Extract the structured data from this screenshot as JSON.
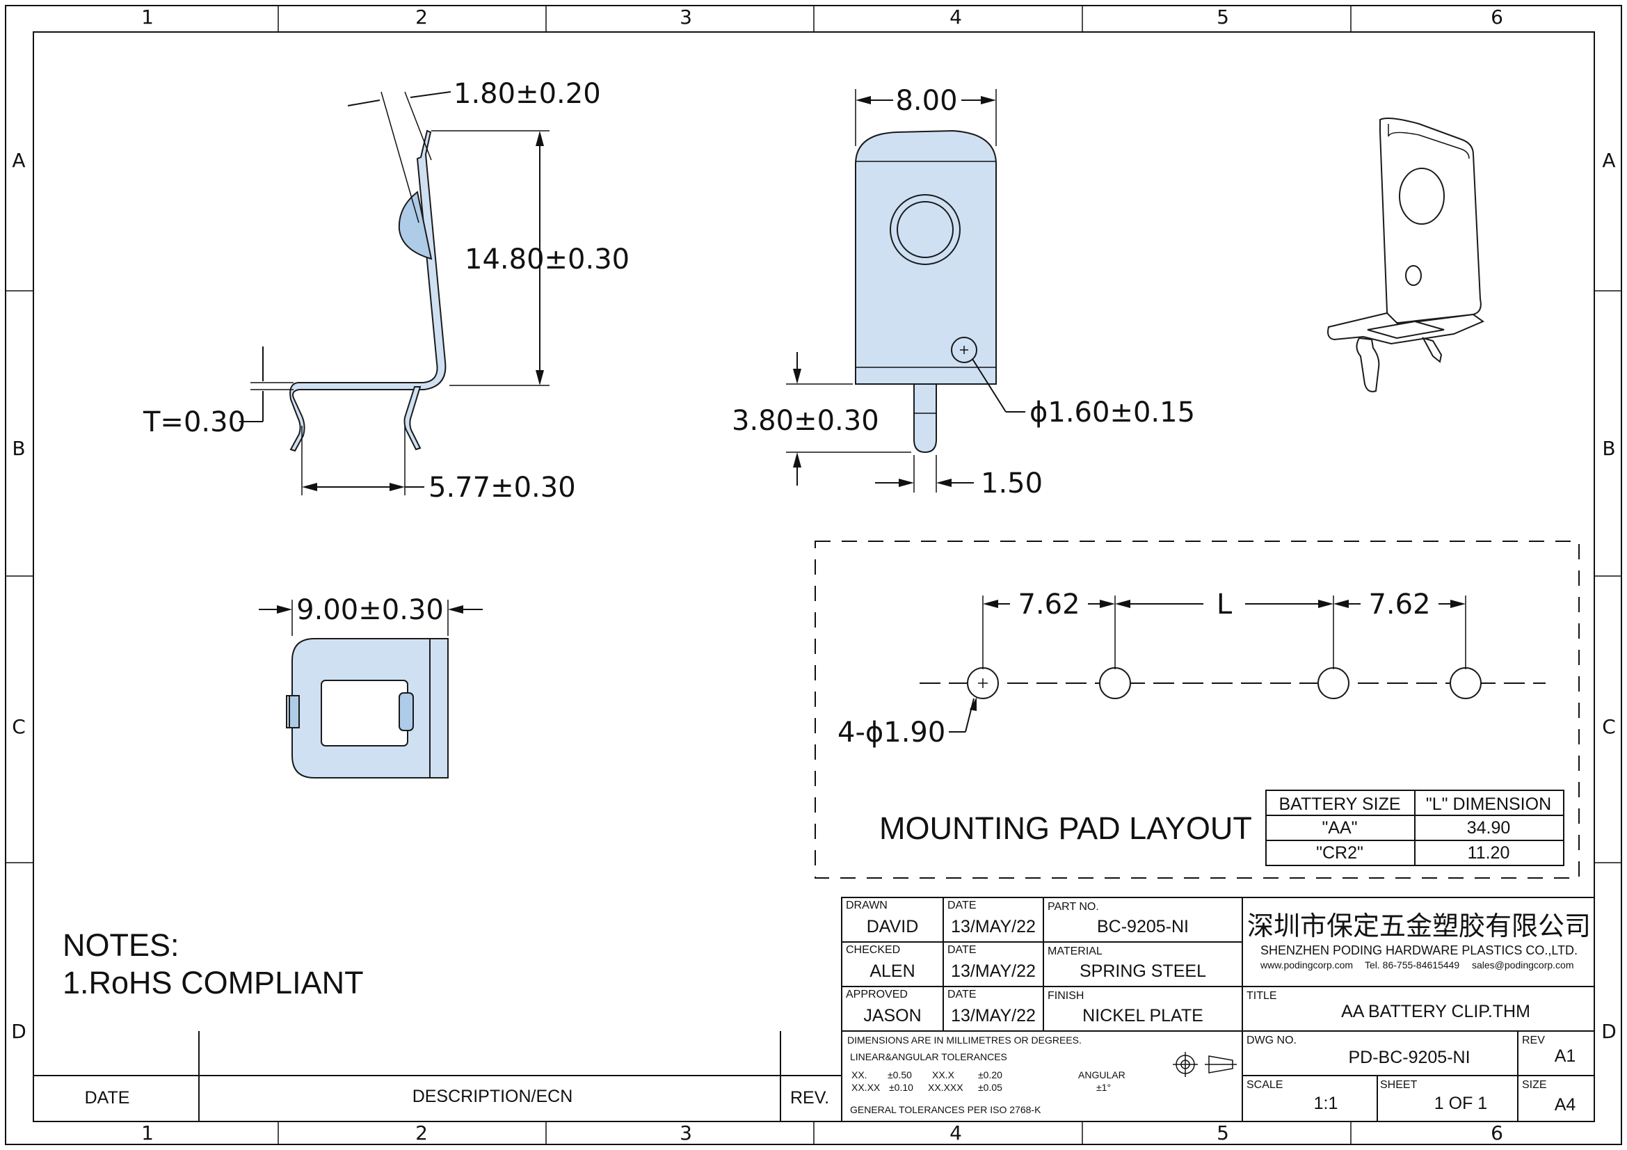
{
  "zones": {
    "columns": [
      "1",
      "2",
      "3",
      "4",
      "5",
      "6"
    ],
    "rows": [
      "A",
      "B",
      "C",
      "D"
    ]
  },
  "dims": {
    "side_thickness": "1.80±0.20",
    "side_height": "14.80±0.30",
    "side_t": "T=0.30",
    "side_foot": "5.77±0.30",
    "front_width": "8.00",
    "front_tab_len": "3.80±0.30",
    "front_hole": "ϕ1.60±0.15",
    "front_tab_w": "1.50",
    "top_width": "9.00±0.30"
  },
  "pad_layout": {
    "pitch_left": "7.62",
    "span": "L",
    "pitch_right": "7.62",
    "holes": "4-ϕ1.90",
    "title": "MOUNTING PAD LAYOUT",
    "table": {
      "headers": [
        "BATTERY SIZE",
        "\"L\" DIMENSION"
      ],
      "rows": [
        [
          "\"AA\"",
          "34.90"
        ],
        [
          "\"CR2\"",
          "11.20"
        ]
      ]
    }
  },
  "notes": {
    "heading": "NOTES:",
    "line1": "1.RoHS COMPLIANT"
  },
  "revision_block": {
    "date": "DATE",
    "description": "DESCRIPTION/ECN",
    "rev": "REV."
  },
  "title_block": {
    "drawn_label": "DRAWN",
    "drawn": "DAVID",
    "checked_label": "CHECKED",
    "checked": "ALEN",
    "approved_label": "APPROVED",
    "approved": "JASON",
    "date_label": "DATE",
    "date1": "13/MAY/22",
    "date2": "13/MAY/22",
    "date3": "13/MAY/22",
    "part_label": "PART NO.",
    "part": "BC-9205-NI",
    "material_label": "MATERIAL",
    "material": "SPRING STEEL",
    "finish_label": "FINISH",
    "finish": "NICKEL PLATE",
    "company_cn": "深圳市保定五金塑胶有限公司",
    "company_en": "SHENZHEN PODING HARDWARE PLASTICS CO.,LTD.",
    "contact_web": "www.podingcorp.com",
    "contact_tel": "Tel. 86-755-84615449",
    "contact_mail": "sales@podingcorp.com",
    "title_label": "TITLE",
    "title": "AA BATTERY CLIP.THM",
    "dims_note": "DIMENSIONS ARE IN MILLIMETRES OR DEGREES.",
    "tol_note": "LINEAR&ANGULAR TOLERANCES",
    "tol_xx": "XX.",
    "tol_xx_v": "±0.50",
    "tol_xxx": "XX.X",
    "tol_xxx_v": "±0.20",
    "tol_xxxx": "XX.XX",
    "tol_xxxx_v": "±0.10",
    "tol_xxxxx": "XX.XXX",
    "tol_xxxxx_v": "±0.05",
    "angular_label": "ANGULAR",
    "angular_v": "±1°",
    "gen_tol": "GENERAL TOLERANCES PER ISO 2768-K",
    "dwg_label": "DWG NO.",
    "dwg": "PD-BC-9205-NI",
    "rev_label": "REV",
    "rev": "A1",
    "scale_label": "SCALE",
    "scale": "1:1",
    "sheet_label": "SHEET",
    "sheet": "1 OF 1",
    "size_label": "SIZE",
    "size": "A4"
  }
}
